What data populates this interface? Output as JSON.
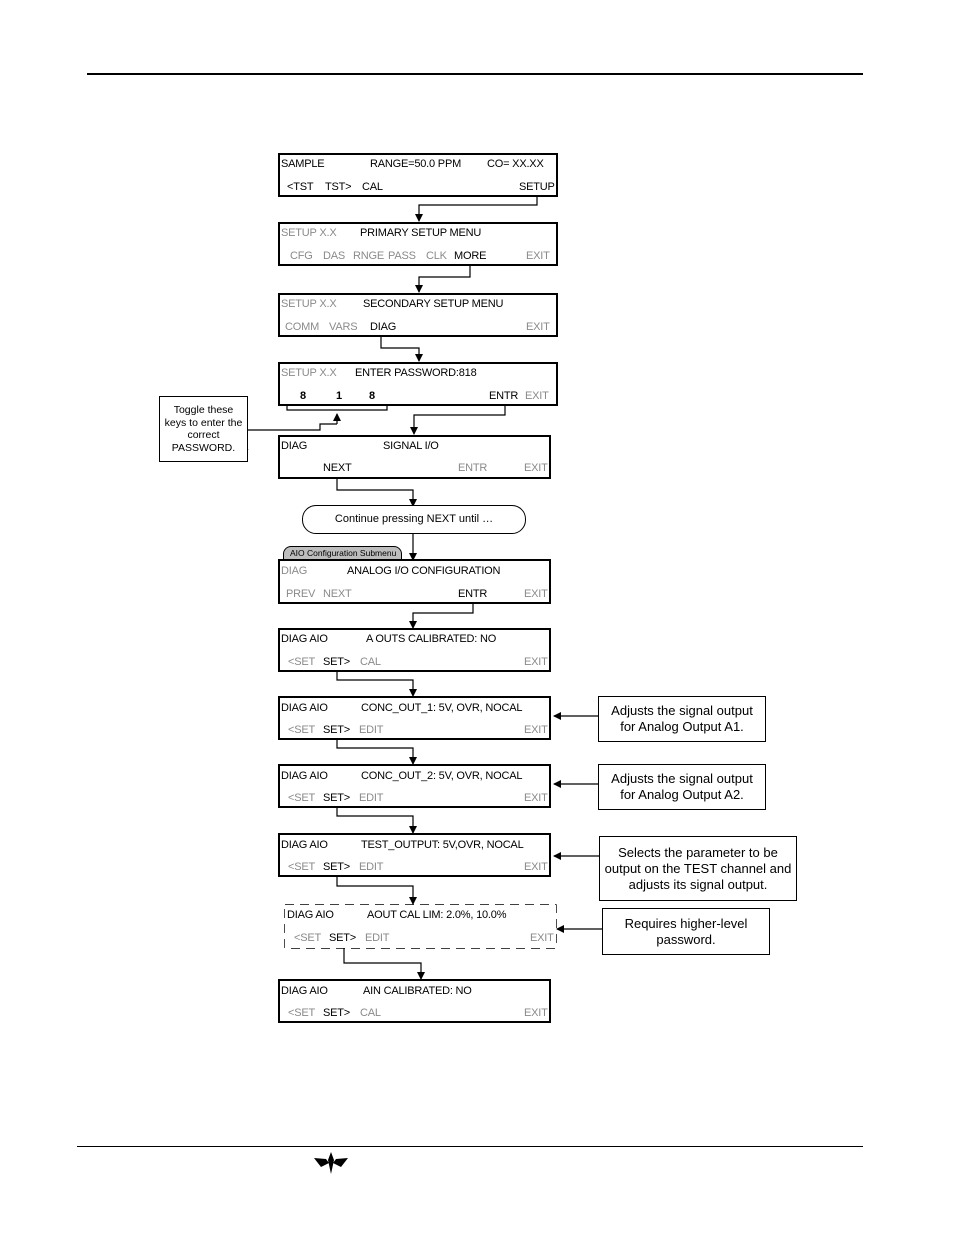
{
  "screens": {
    "s1": {
      "l1a": "SAMPLE",
      "l1b": "RANGE=50.0 PPM",
      "l1c": "CO= XX.XX",
      "k1": "<TST",
      "k2": "TST>",
      "k3": "CAL",
      "k4": "SETUP"
    },
    "s2": {
      "l1a": "SETUP X.X",
      "l1b": "PRIMARY SETUP MENU",
      "k1": "CFG",
      "k2": "DAS",
      "k3": "RNGE",
      "k4": "PASS",
      "k5": "CLK",
      "k6": "MORE",
      "k7": "EXIT"
    },
    "s3": {
      "l1a": "SETUP X.X",
      "l1b": "SECONDARY SETUP MENU",
      "k1": "COMM",
      "k2": "VARS",
      "k3": "DIAG",
      "k7": "EXIT"
    },
    "s4": {
      "l1a": "SETUP X.X",
      "l1b": "ENTER PASSWORD:818",
      "k1": "8",
      "k2": "1",
      "k3": "8",
      "k6": "ENTR",
      "k7": "EXIT"
    },
    "s5": {
      "l1a": "DIAG",
      "l1b": "SIGNAL I/O",
      "k1": "NEXT",
      "k6": "ENTR",
      "k7": "EXIT"
    },
    "s6": {
      "tab": "AIO Configuration Submenu",
      "l1a": "DIAG",
      "l1b": "ANALOG I/O CONFIGURATION",
      "k1": "PREV",
      "k2": "NEXT",
      "k6": "ENTR",
      "k7": "EXIT"
    },
    "s7": {
      "l1a": "DIAG AIO",
      "l1b": "A OUTS CALIBRATED: NO",
      "k1": "<SET",
      "k2": "SET>",
      "k3": "CAL",
      "k7": "EXIT"
    },
    "s8": {
      "l1a": "DIAG AIO",
      "l1b": "CONC_OUT_1: 5V, OVR, NOCAL",
      "k1": "<SET",
      "k2": "SET>",
      "k3": "EDIT",
      "k7": "EXIT"
    },
    "s9": {
      "l1a": "DIAG AIO",
      "l1b": "CONC_OUT_2: 5V, OVR, NOCAL",
      "k1": "<SET",
      "k2": "SET>",
      "k3": "EDIT",
      "k7": "EXIT"
    },
    "s10": {
      "l1a": "DIAG AIO",
      "l1b": "TEST_OUTPUT: 5V,OVR, NOCAL",
      "k1": "<SET",
      "k2": "SET>",
      "k3": "EDIT",
      "k7": "EXIT"
    },
    "s11": {
      "l1a": "DIAG AIO",
      "l1b": "AOUT CAL LIM: 2.0%, 10.0%",
      "k1": "<SET",
      "k2": "SET>",
      "k3": "EDIT",
      "k7": "EXIT"
    },
    "s12": {
      "l1a": "DIAG AIO",
      "l1b": "AIN CALIBRATED: NO",
      "k1": "<SET",
      "k2": "SET>",
      "k3": "CAL",
      "k7": "EXIT"
    }
  },
  "pill": "Continue pressing NEXT until …",
  "notes": {
    "toggle": [
      "Toggle these",
      "keys to enter the",
      "correct",
      "PASSWORD."
    ],
    "a1": [
      "Adjusts the signal output",
      "for Analog Output A1."
    ],
    "a2": [
      "Adjusts the signal output",
      "for Analog Output A2."
    ],
    "test": [
      "Selects the parameter to be",
      "output on the TEST channel and",
      "adjusts its signal output."
    ],
    "higher": [
      "Requires higher-level",
      "password."
    ]
  },
  "logo_icon": "teledyne-logo-icon",
  "colors": {
    "inactive_key": "#8a8a8a",
    "tab_fill": "#bdbdbd",
    "line": "#000000"
  }
}
